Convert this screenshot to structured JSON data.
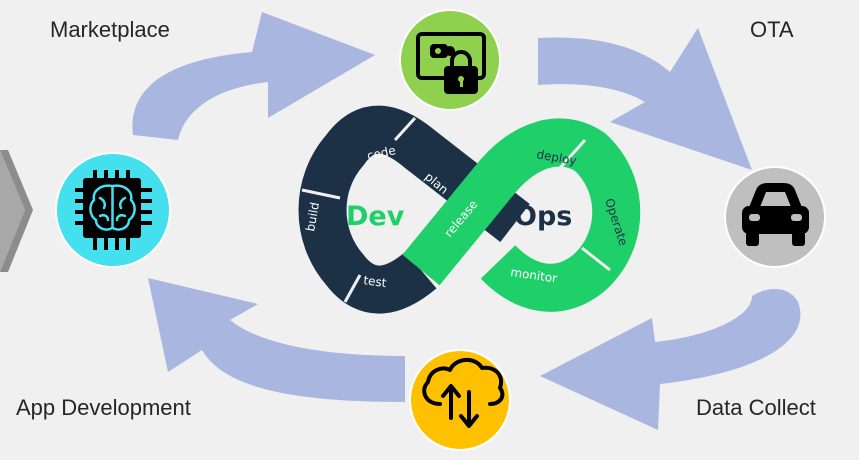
{
  "labels": {
    "marketplace": "Marketplace",
    "ota": "OTA",
    "app_development": "App Development",
    "data_collect": "Data Collect"
  },
  "devops": {
    "dev": "Dev",
    "ops": "Ops",
    "stages": {
      "code": "code",
      "plan": "plan",
      "build": "build",
      "test": "test",
      "release": "release",
      "deploy": "deploy",
      "operate": "Operate",
      "monitor": "monitor"
    }
  },
  "nodes": [
    {
      "id": "marketplace",
      "icon": "screen-lock-icon",
      "fill": "#8fd14f"
    },
    {
      "id": "ota",
      "icon": "car-icon",
      "fill": "#bfbfbf"
    },
    {
      "id": "data-collect",
      "icon": "cloud-sync-icon",
      "fill": "#ffc000"
    },
    {
      "id": "app-development",
      "icon": "ai-chip-icon",
      "fill": "#44e0ee"
    }
  ],
  "colors": {
    "background": "#f0f0f0",
    "arrow": "#a9b7e0",
    "dev_ring": "#1c3146",
    "ops_ring": "#1fd06a"
  }
}
